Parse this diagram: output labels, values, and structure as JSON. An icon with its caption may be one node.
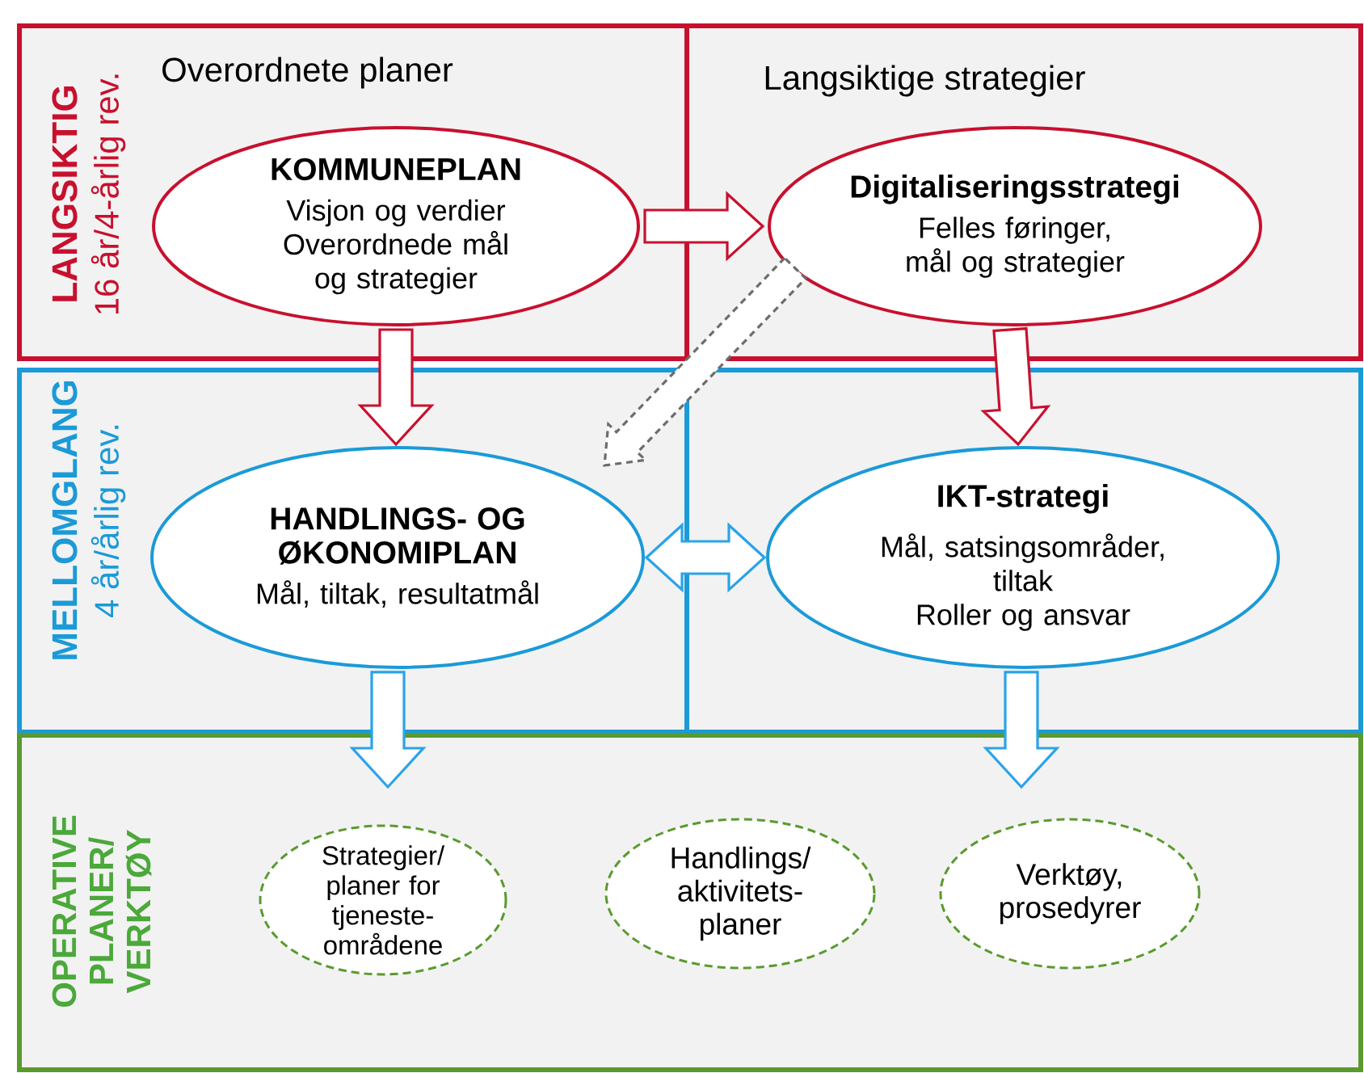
{
  "diagram": {
    "nodes": [
      {
        "text": [
          "LANGSIKTIG",
          "16 år/4-årlig rev.",
          "Overordnete planer"
        ]
      },
      {
        "text": [
          "KOMMUNEPLAN",
          "Visjon og verdier",
          "Overordnede mål og strategier"
        ],
        "in": 0
      },
      {
        "text": [
          "Langsiktige strategier"
        ]
      },
      {
        "text": [
          "Digitaliseringsstrategi",
          "Felles føringer, mål og strategier"
        ],
        "in": 2
      },
      {
        "text": [
          "MELLOMGLANG",
          "4 år/årlig rev."
        ]
      },
      {
        "text": [
          "HANDLINGS- OG ØKONOMIPLAN",
          "Mål, tiltak, resultatmål"
        ],
        "in": 4
      },
      {
        "text": [],
        "shape": "box"
      },
      {
        "text": [
          "IKT-strategi",
          "Mål, satsingsområder, tiltak",
          "Roller og ansvar"
        ],
        "in": 6
      },
      {
        "text": [
          "OPERATIVE PLANER/ VERKTØY"
        ]
      },
      {
        "text": [
          "Strategier/ planer for tjeneste-områdene"
        ],
        "in": 8
      },
      {
        "text": [
          "Handlings/ aktivitets-planer"
        ],
        "in": 8
      },
      {
        "text": [
          "Verktøy, prosedyrer"
        ],
        "in": 8
      }
    ],
    "edges": [
      {
        "from": 1,
        "to": 3,
        "arrow": "to",
        "color": "#c8102e"
      },
      {
        "from": 1,
        "to": 5,
        "arrow": "to",
        "color": "#c8102e"
      },
      {
        "from": 3,
        "to": 7,
        "arrow": "to",
        "color": "#c8102e"
      },
      {
        "from": 3,
        "to": 5,
        "arrow": "to",
        "style": "dashed",
        "color": "#6d6d6d"
      },
      {
        "from": 5,
        "to": 7,
        "arrow": "both",
        "color": "#2aa3e8"
      },
      {
        "from": 5,
        "to": 8,
        "arrow": "to",
        "color": "#2aa3e8"
      },
      {
        "from": 7,
        "to": 8,
        "arrow": "to",
        "color": "#2aa3e8"
      }
    ]
  }
}
